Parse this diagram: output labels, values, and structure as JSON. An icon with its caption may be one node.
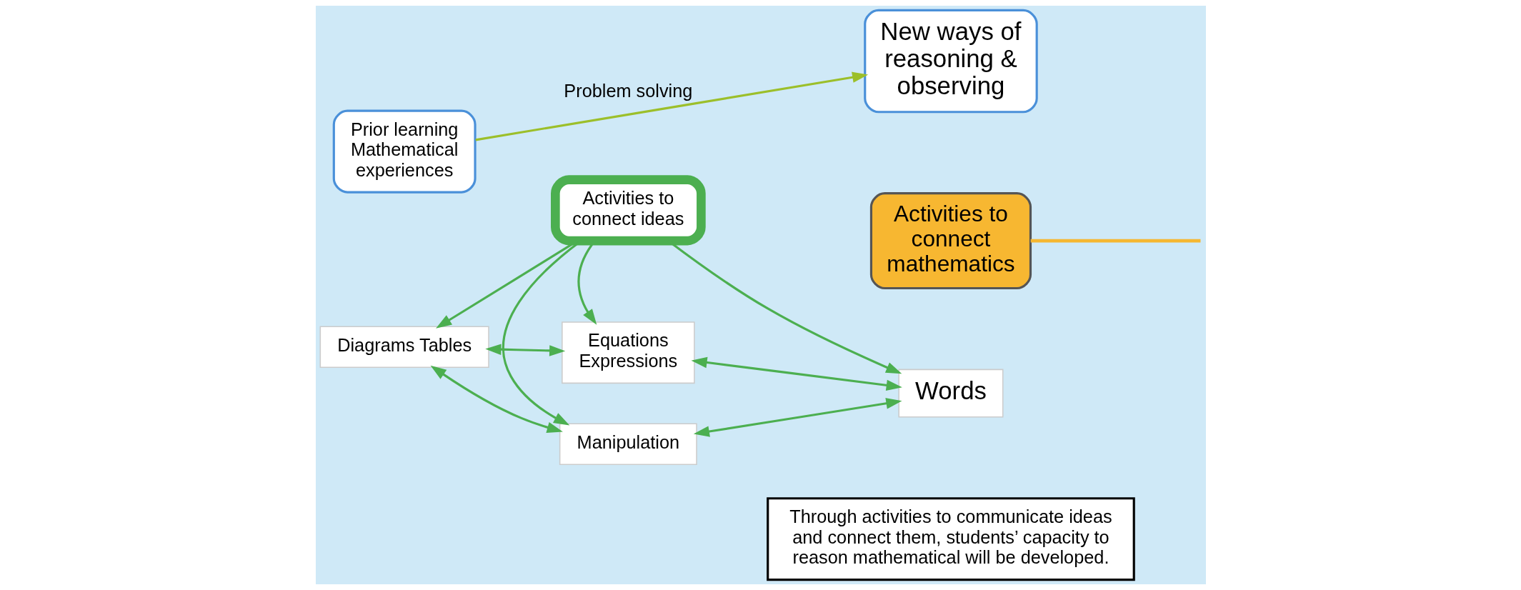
{
  "diagram": {
    "nodes": [
      {
        "text": [
          "Equations Expressions"
        ]
      },
      {
        "text": [
          "Diagrams Tables"
        ]
      },
      {
        "text": [
          "Activities to connect ideas"
        ]
      },
      {
        "text": [
          "Words"
        ]
      },
      {
        "text": [
          "Manipulation"
        ]
      },
      {
        "text": [
          "Prior learning Mathematical experiences"
        ]
      },
      {
        "text": [
          "New ways of reasoning & observing"
        ]
      },
      {
        "text": [
          "Activities to connect mathematics"
        ]
      },
      {
        "text": [
          "Through activities to communicate ideas and connect them, students’ capacity to reason mathematical will be developed."
        ]
      }
    ],
    "edges": [
      {
        "from": 1,
        "to": 0,
        "arrow": "both"
      },
      {
        "from": 0,
        "to": 3,
        "arrow": "both"
      },
      {
        "from": 1,
        "to": 4,
        "arrow": "both"
      },
      {
        "from": 4,
        "to": 3,
        "arrow": "both"
      },
      {
        "from": 2,
        "to": 0,
        "arrow": "to"
      },
      {
        "from": 2,
        "to": 1,
        "arrow": "to"
      },
      {
        "from": 2,
        "to": 3,
        "arrow": "to"
      },
      {
        "from": 2,
        "to": 4,
        "arrow": "to"
      },
      {
        "from": 5,
        "to": 6,
        "arrow": "to",
        "label": "Problem solving",
        "color": "#9cbf2a"
      },
      {
        "from": 7,
        "to": null,
        "arrow": "none",
        "color": "#f5b731"
      }
    ]
  }
}
